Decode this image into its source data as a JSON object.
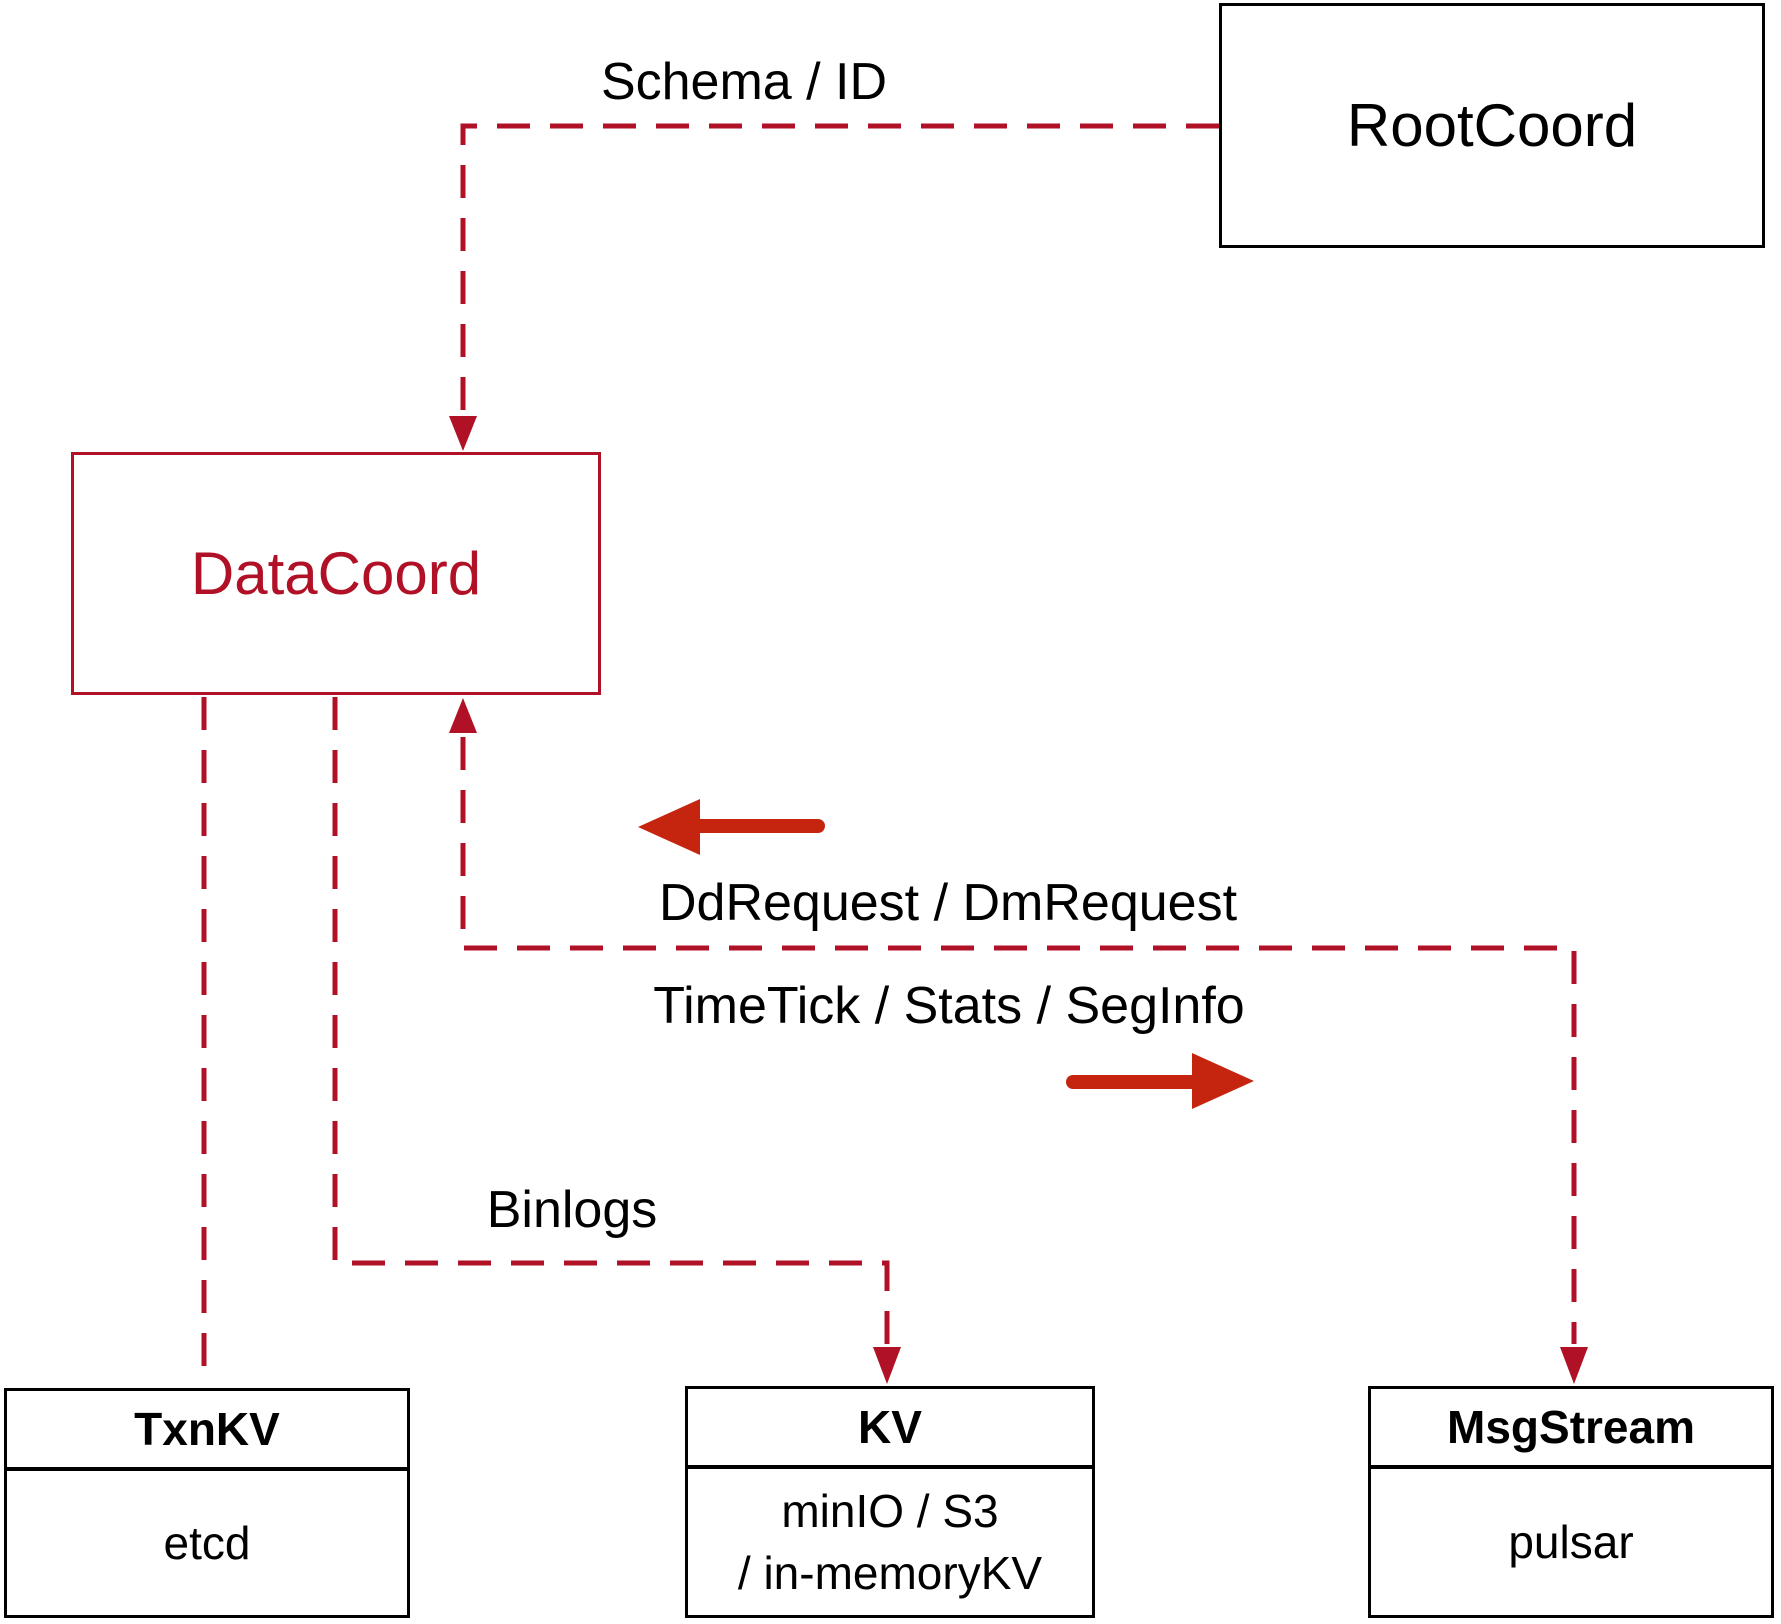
{
  "diagram": {
    "nodes": {
      "rootcoord": {
        "label": "RootCoord"
      },
      "datacoord": {
        "label": "DataCoord"
      },
      "txnkv": {
        "title": "TxnKV",
        "body": "etcd"
      },
      "kv": {
        "title": "KV",
        "body_line1": "minIO / S3",
        "body_line2": "/ in-memoryKV"
      },
      "msgstream": {
        "title": "MsgStream",
        "body": "pulsar"
      }
    },
    "edge_labels": {
      "schema": "Schema / ID",
      "dd_request": "DdRequest / DmRequest",
      "time_tick": "TimeTick / Stats / SegInfo",
      "binlogs": "Binlogs"
    },
    "colors": {
      "line_red": "#b01126",
      "arrow_red": "#c5250f",
      "text": "#000000",
      "background": "#ffffff"
    }
  }
}
